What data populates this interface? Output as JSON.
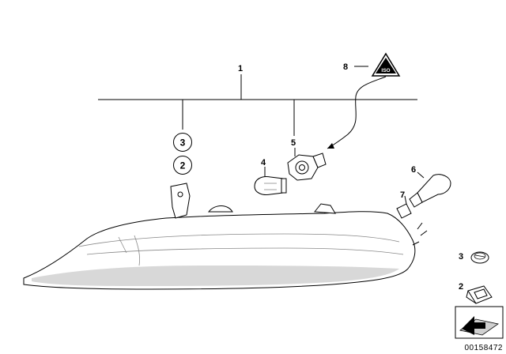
{
  "labels": {
    "p1": "1",
    "p2": "2",
    "p3": "3",
    "p4": "4",
    "p5": "5",
    "p6": "6",
    "p7": "7",
    "p8": "8"
  },
  "circled": {
    "c3": "3",
    "c2": "2"
  },
  "legend": {
    "screw": "3",
    "clip": "2"
  },
  "warning_symbol_text": "ISO",
  "document_id": "00158472"
}
